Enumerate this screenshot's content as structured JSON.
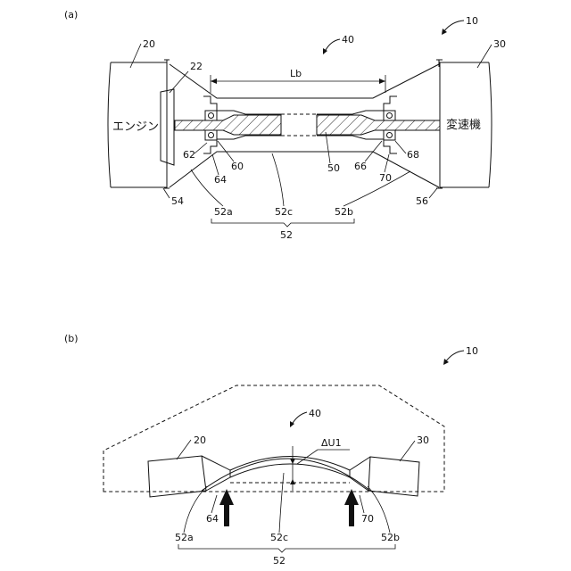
{
  "panel_a": {
    "label": "(a)",
    "engine_label": "エンジン",
    "transmission_label": "変速機",
    "dimension_label": "Lb",
    "refs": {
      "vehicle": "10",
      "engine": "20",
      "transmission": "30",
      "shaft_assembly": "40",
      "engine_part": "22",
      "shaft": "50",
      "cover": "52",
      "cover_left": "52a",
      "cover_center": "52c",
      "cover_right": "52b",
      "mount_left": "54",
      "mount_right": "56",
      "bearing_62": "62",
      "bearing_64": "64",
      "bearing_60": "60",
      "bearing_66": "66",
      "bearing_70": "70",
      "bearing_68": "68"
    }
  },
  "panel_b": {
    "label": "(b)",
    "displacement_label": "ΔU1",
    "refs": {
      "vehicle": "10",
      "shaft_assembly": "40",
      "engine": "20",
      "transmission": "30",
      "left_support": "64",
      "right_support": "70",
      "cover_left": "52a",
      "cover_center": "52c",
      "cover_right": "52b",
      "cover": "52"
    }
  }
}
